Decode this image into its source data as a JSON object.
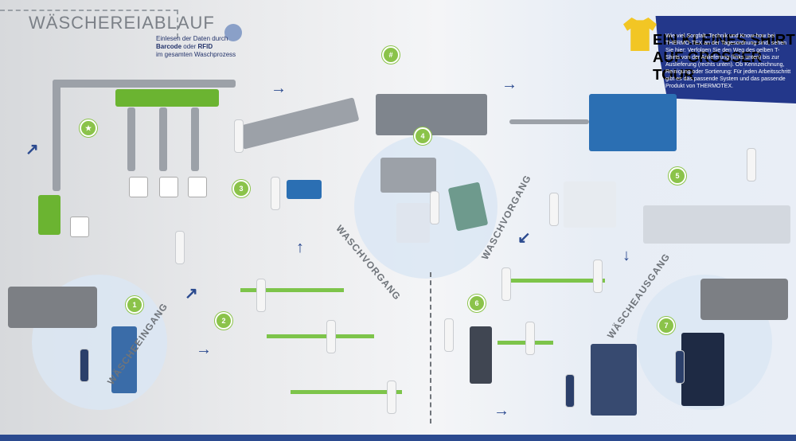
{
  "title": "WÄSCHEREIABLAUF",
  "callout": {
    "line1": "Einlesen der Daten durch",
    "bold1": "Barcode",
    "mid": " oder ",
    "bold2": "RFID",
    "line3": "im gesamten Waschprozess"
  },
  "banner": {
    "heading": "EIN KLEINES SHIRT AUF GROSSER TOUR",
    "text": "Wie viel Sorgfalt, Technik und Know-how bei THERMO-TEX an der Tagesordnung sind, sehen Sie hier: Verfolgen Sie den Weg des gelben T-Shirts von der Anlieferung (links unten) bis zur Auslieferung (rechts unten). Ob Kennzeichnung, Reinigung oder Sortierung: Für jeden Arbeitsschritt gibt es das passende System und das passende Produkt von THERMOTEX."
  },
  "stages": {
    "eingang": "WÄSCHEEINGANG",
    "waschvorgang_left": "WASCHVORGANG",
    "waschvorgang_right": "WASCHVORGANG",
    "ausgang": "WÄSCHEAUSGANG"
  },
  "steps": [
    "1",
    "2",
    "3",
    "4",
    "5",
    "6",
    "7"
  ],
  "extra_badges": [
    "★",
    "#"
  ],
  "colors": {
    "accent": "#2b4a8f",
    "step": "#8bc34a",
    "shirt": "#f2c624"
  }
}
